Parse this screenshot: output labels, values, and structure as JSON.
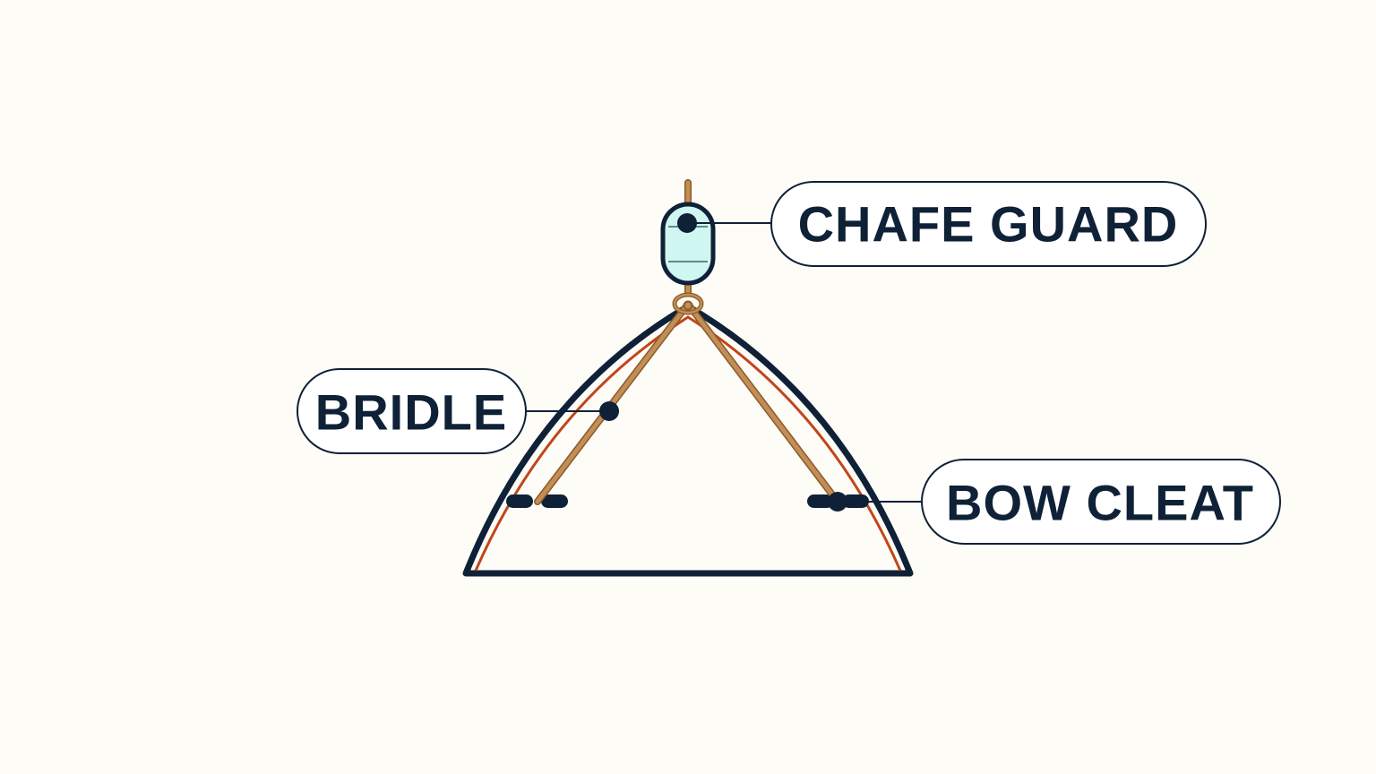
{
  "labels": {
    "chafe_guard": "CHAFE GUARD",
    "bridle": "BRIDLE",
    "bow_cleat": "BOW CLEAT"
  },
  "colors": {
    "background": "#FDFCF7",
    "outline": "#0F2136",
    "hull_inner": "#C2451B",
    "rope": "#C38E55",
    "rope_dark": "#8A5A2B",
    "chafe_guard_fill": "#CFF6F1",
    "pill_fill": "#FFFFFF"
  }
}
